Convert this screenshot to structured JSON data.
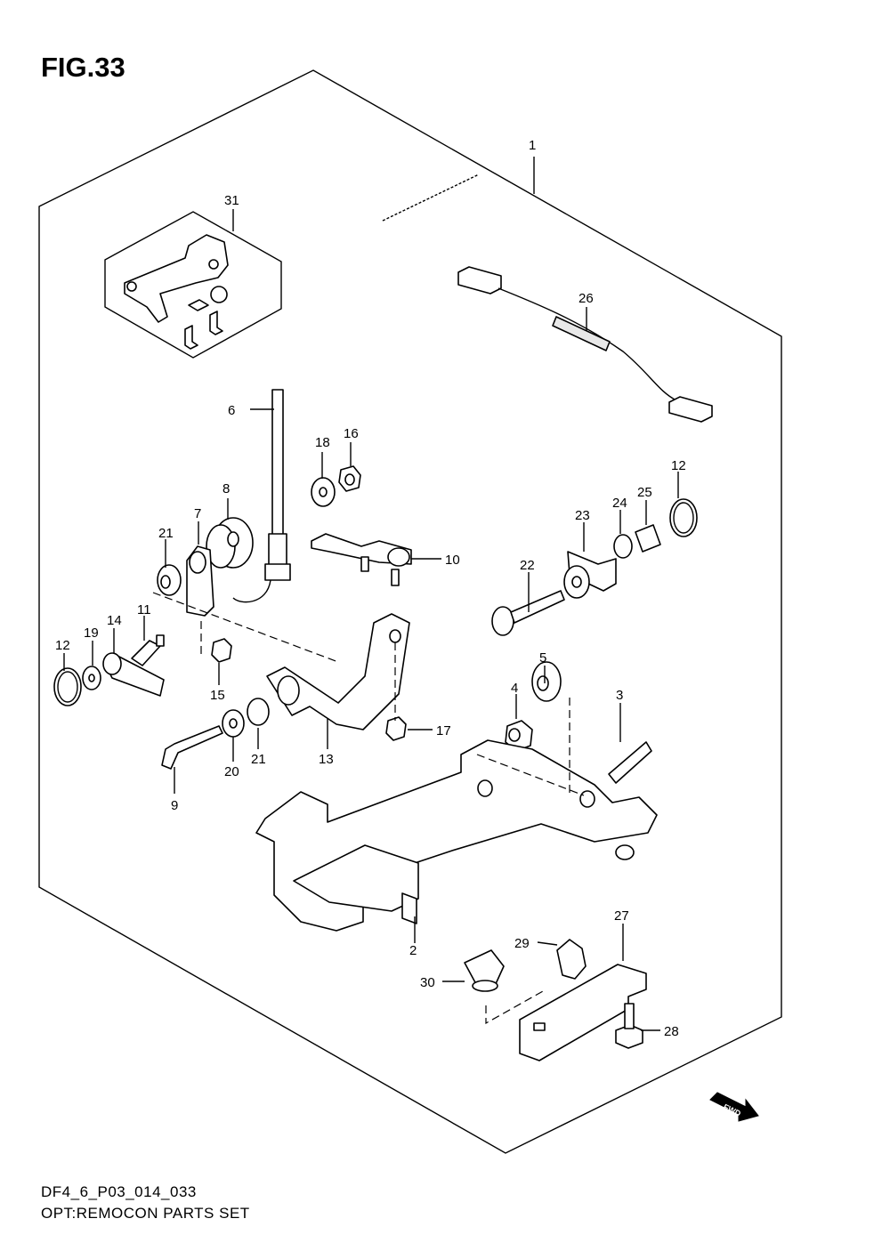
{
  "figure": {
    "title": "FIG.33",
    "code": "DF4_6_P03_014_033",
    "name": "OPT:REMOCON PARTS SET",
    "fwd_mark": "FWD"
  },
  "callouts": [
    "1",
    "2",
    "3",
    "4",
    "5",
    "6",
    "7",
    "8",
    "9",
    "10",
    "11",
    "12",
    "12",
    "13",
    "14",
    "15",
    "16",
    "17",
    "18",
    "19",
    "20",
    "21",
    "21",
    "22",
    "23",
    "24",
    "25",
    "26",
    "27",
    "28",
    "29",
    "30",
    "31"
  ]
}
